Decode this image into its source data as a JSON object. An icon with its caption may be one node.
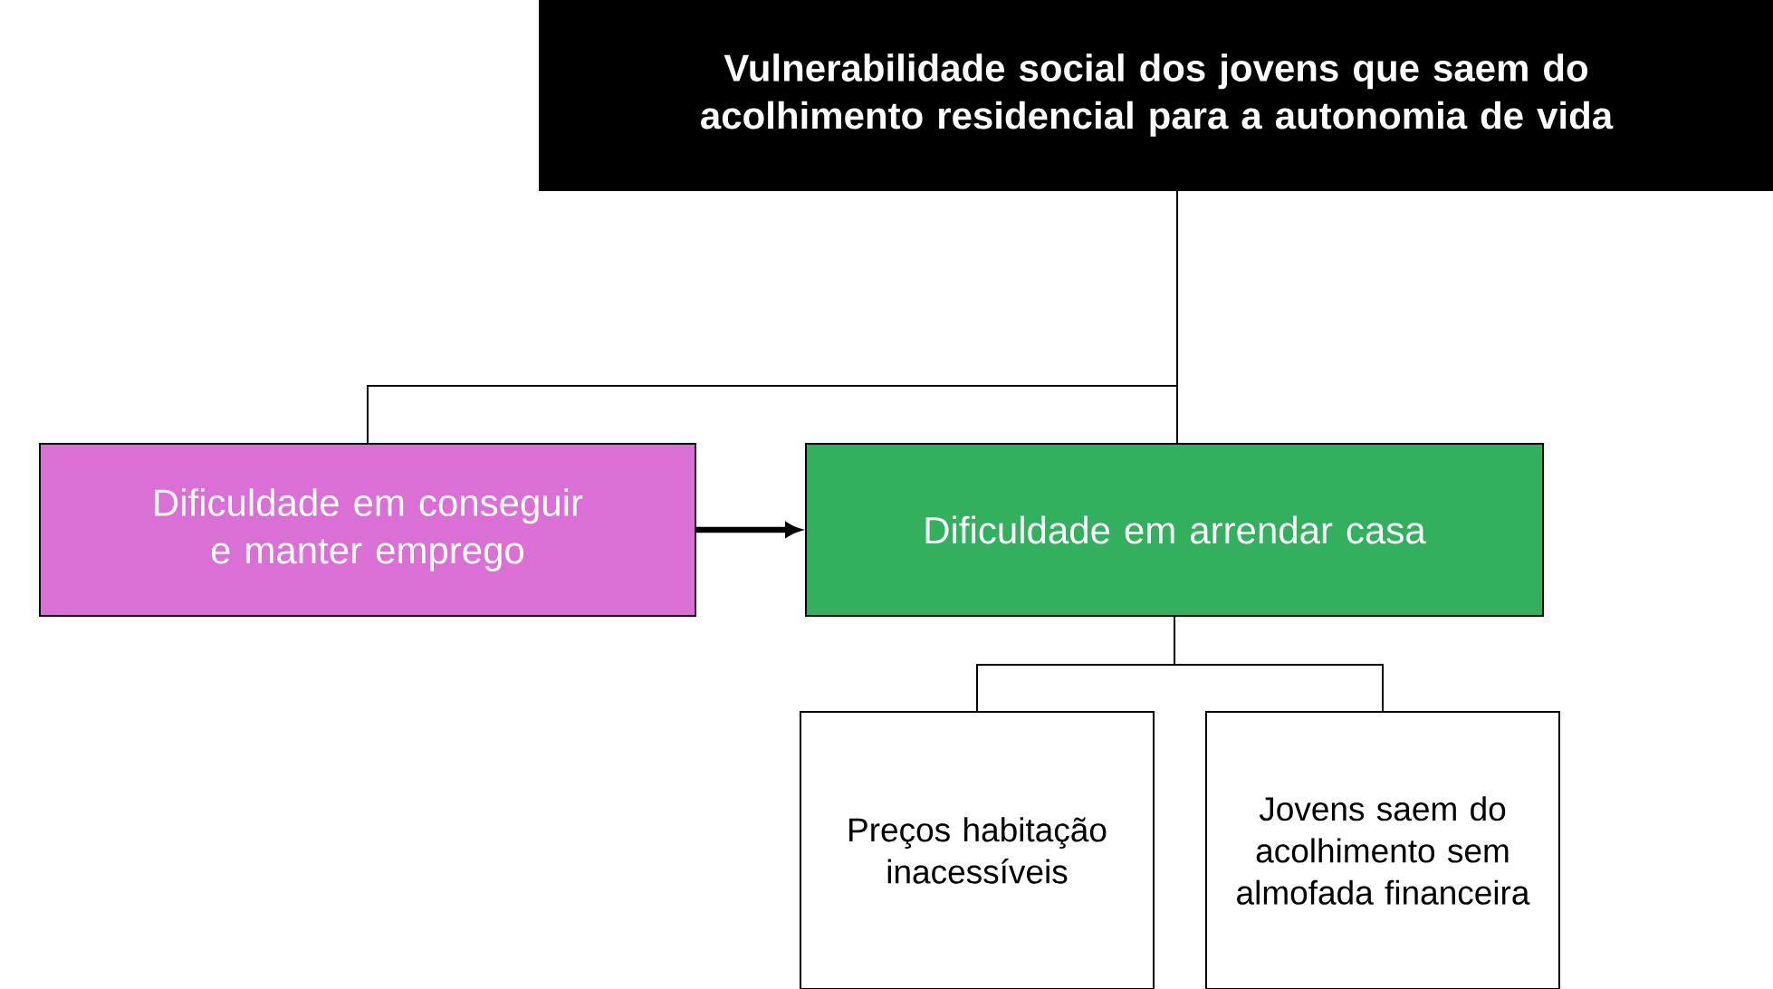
{
  "diagram": {
    "nodes": [
      {
        "text": [
          "Vulnerabilidade social dos jovens que saem do acolhimento residencial para a autonomia de vida"
        ]
      },
      {
        "text": [
          "Dificuldade em conseguir e manter emprego"
        ]
      },
      {
        "text": [
          "Dificuldade em arrendar casa"
        ]
      },
      {
        "text": [
          "Preços habitação inacessíveis"
        ]
      },
      {
        "text": [
          "Jovens saem do acolhimento sem almofada financeira"
        ]
      }
    ],
    "edges": [
      {
        "from": 0,
        "to": 1,
        "arrow": "none"
      },
      {
        "from": 0,
        "to": 2,
        "arrow": "none"
      },
      {
        "from": 1,
        "to": 2,
        "arrow": "to",
        "style": "thick"
      },
      {
        "from": 2,
        "to": 3,
        "arrow": "none"
      },
      {
        "from": 2,
        "to": 4,
        "arrow": "none"
      }
    ]
  }
}
